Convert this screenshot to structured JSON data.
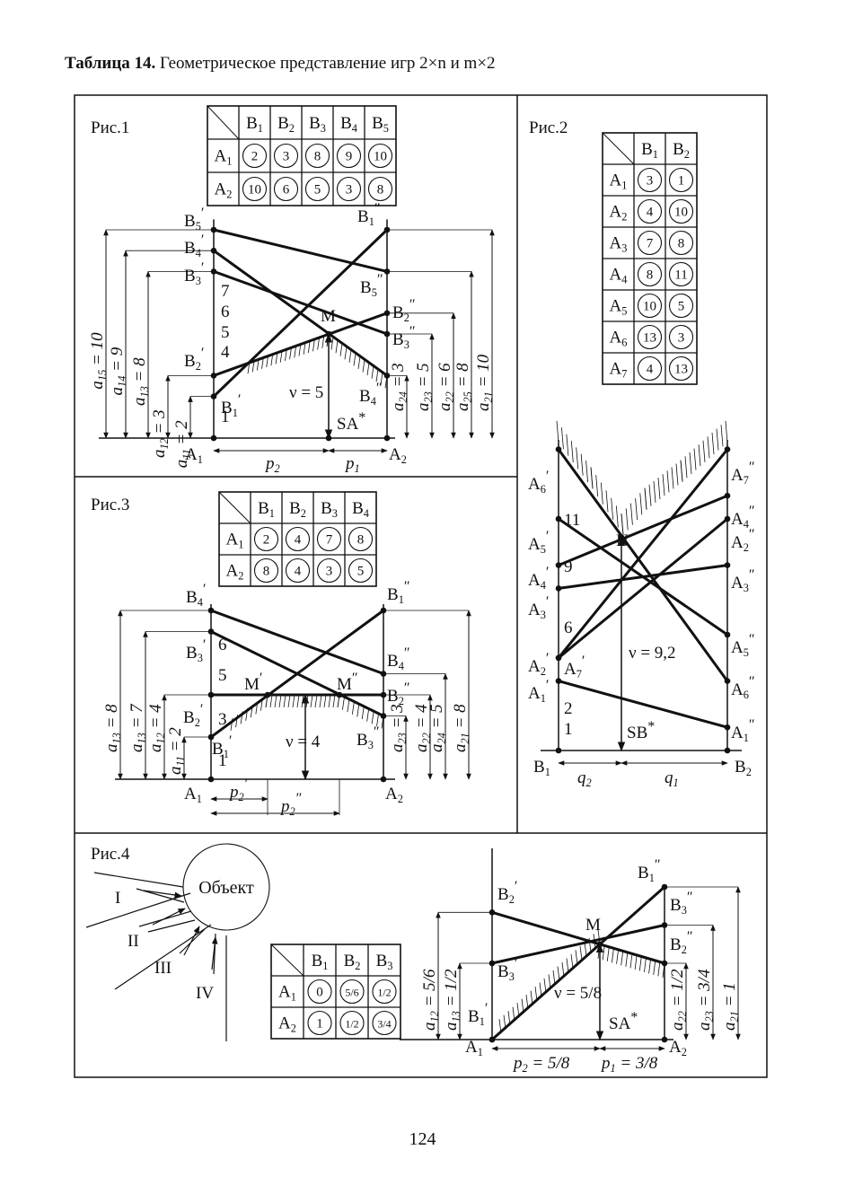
{
  "caption": {
    "bold": "Таблица 14.",
    "rest": "Геометрическое представление игр 2×n и m×2"
  },
  "page_number": "124",
  "fig1": {
    "label": "Рис.1",
    "cols": [
      "B1",
      "B2",
      "B3",
      "B4",
      "B5"
    ],
    "rows": [
      {
        "name": "A1",
        "cells": [
          "2",
          "3",
          "8",
          "9",
          "10"
        ]
      },
      {
        "name": "A2",
        "cells": [
          "10",
          "6",
          "5",
          "3",
          "8"
        ]
      }
    ],
    "point_labels": {
      "B5p": "B5'",
      "B4p": "B4'",
      "B3p": "B3'",
      "B2p": "B2'",
      "B1p": "B1'",
      "B1pp": "B1''",
      "B5pp": "B5''",
      "B2pp": "B2''",
      "B3pp": "B3''",
      "B4pp": "B4''",
      "M": "M",
      "A1": "A1",
      "A2": "A2",
      "S": "SA*"
    },
    "ticks": [
      "1",
      "4",
      "5",
      "6",
      "7"
    ],
    "value_label": "ν = 5",
    "p_labels": [
      "p2",
      "p1"
    ],
    "dims_left": [
      "a15 = 10",
      "a14 = 9",
      "a13 = 8",
      "a12 = 3",
      "a11 = 2"
    ],
    "dims_right": [
      "a24 = 3",
      "a23 = 5",
      "a22 = 6",
      "a25 = 8",
      "a21 = 10"
    ]
  },
  "fig2": {
    "label": "Рис.2",
    "cols": [
      "B1",
      "B2"
    ],
    "rows": [
      {
        "name": "A1",
        "cells": [
          "3",
          "1"
        ]
      },
      {
        "name": "A2",
        "cells": [
          "4",
          "10"
        ]
      },
      {
        "name": "A3",
        "cells": [
          "7",
          "8"
        ]
      },
      {
        "name": "A4",
        "cells": [
          "8",
          "11"
        ]
      },
      {
        "name": "A5",
        "cells": [
          "10",
          "5"
        ]
      },
      {
        "name": "A6",
        "cells": [
          "13",
          "3"
        ]
      },
      {
        "name": "A7",
        "cells": [
          "4",
          "13"
        ]
      }
    ],
    "point_labels": {
      "A6p": "A6'",
      "A5p": "A5'",
      "A4p": "A4'",
      "A3p": "A3'",
      "A2p": "A2'",
      "A7p": "A7'",
      "A1p": "A1'",
      "A7pp": "A7''",
      "A4pp": "A4''",
      "A2pp": "A2''",
      "A3pp": "A3''",
      "A5pp": "A5''",
      "A6pp": "A6''",
      "A1pp": "A1''",
      "N": "N",
      "B1": "B1",
      "B2": "B2",
      "S": "SB*"
    },
    "ticks": [
      "11",
      "9",
      "6",
      "2",
      "1"
    ],
    "value_label": "ν = 9,2",
    "q_labels": [
      "q2",
      "q1"
    ]
  },
  "fig3": {
    "label": "Рис.3",
    "cols": [
      "B1",
      "B2",
      "B3",
      "B4"
    ],
    "rows": [
      {
        "name": "A1",
        "cells": [
          "2",
          "4",
          "7",
          "8"
        ]
      },
      {
        "name": "A2",
        "cells": [
          "8",
          "4",
          "3",
          "5"
        ]
      }
    ],
    "point_labels": {
      "B4p": "B4'",
      "B3p": "B3'",
      "B2p": "B2'",
      "B1p": "B1'",
      "B1pp": "B1''",
      "B4pp": "B4''",
      "B2pp": "B2''",
      "B3pp": "B3''",
      "Mp": "M'",
      "Mpp": "M''",
      "A1": "A1",
      "A2": "A2"
    },
    "ticks": [
      "6",
      "5",
      "3",
      "1"
    ],
    "value_label": "ν = 4",
    "p_labels": [
      "p2'",
      "p2''"
    ],
    "dims_left": [
      "a13 = 8",
      "a13 = 7",
      "a12 = 4",
      "a11 = 2"
    ],
    "dims_right": [
      "a23 = 3",
      "a22 = 4",
      "a24 = 5",
      "a21 = 8"
    ]
  },
  "fig4": {
    "label": "Рис.4",
    "object_label": "Объект",
    "rays": [
      "I",
      "II",
      "III",
      "IV"
    ],
    "cols": [
      "B1",
      "B2",
      "B3"
    ],
    "rows": [
      {
        "name": "A1",
        "cells": [
          "0",
          "5/6",
          "1/2"
        ]
      },
      {
        "name": "A2",
        "cells": [
          "1",
          "1/2",
          "3/4"
        ]
      }
    ],
    "point_labels": {
      "B2p": "B2'",
      "B3p": "B3'",
      "B1p": "B1'",
      "B1pp": "B1''",
      "B3pp": "B3''",
      "B2pp": "B2''",
      "M": "M",
      "A1": "A1",
      "A2": "A2",
      "S": "SA*"
    },
    "value_label": "ν = 5/8",
    "p_labels": [
      "p2 = 5/8",
      "p1 = 3/8"
    ],
    "dims_left": [
      "a12 = 5/6",
      "a13 = 1/2"
    ],
    "dims_right": [
      "a22 = 1/2",
      "a23 = 3/4",
      "a21 = 1"
    ]
  }
}
